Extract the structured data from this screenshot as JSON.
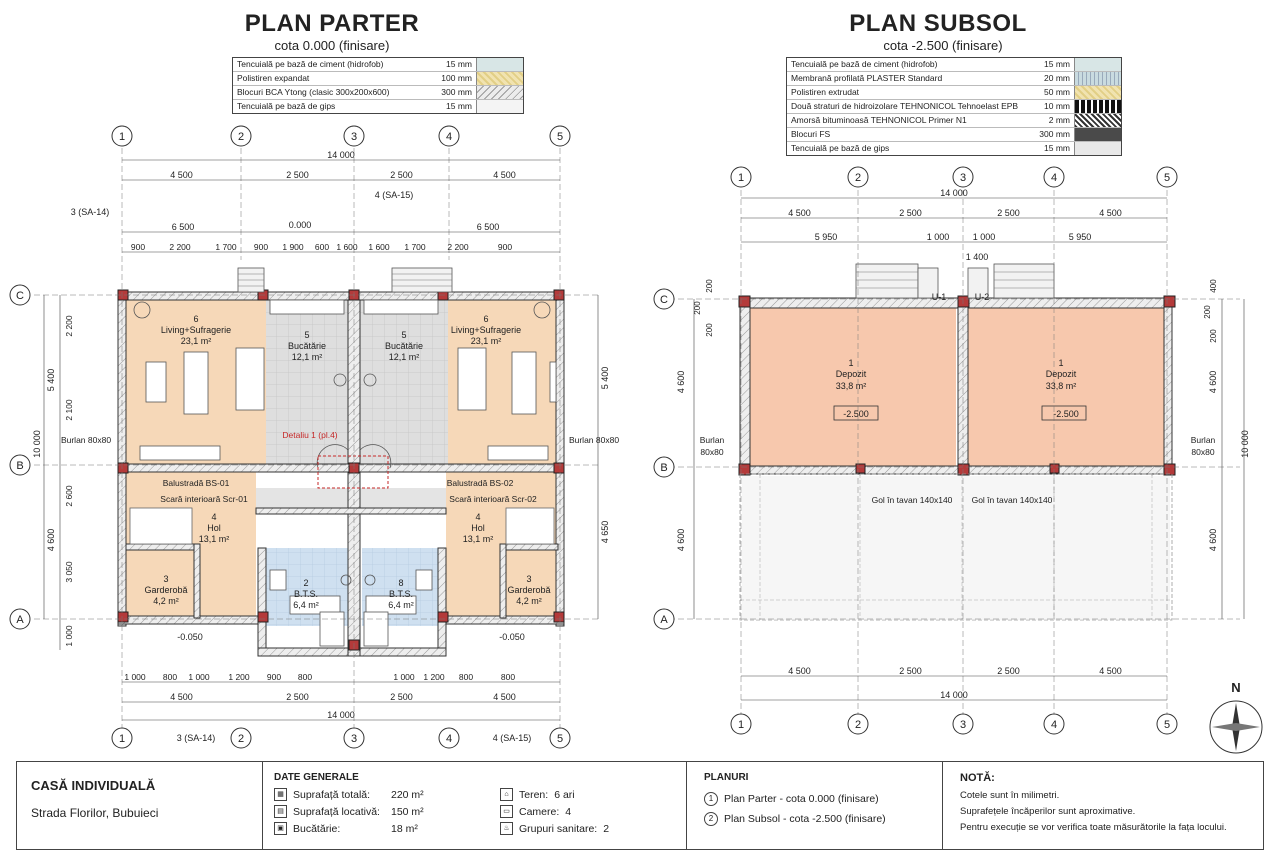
{
  "left": {
    "title": "PLAN PARTER",
    "subtitle": "cota 0.000 (finisare)",
    "legend": [
      {
        "label": "Tencuială pe bază de ciment (hidrofob)",
        "thickness": "15 mm",
        "color": "#d8e6e6"
      },
      {
        "label": "Polistiren expandat",
        "thickness": "100 mm",
        "color": "#f1e3b0"
      },
      {
        "label": "Blocuri BCA Ytong (clasic 300x200x600)",
        "thickness": "300 mm",
        "color": "#e6e6e6"
      },
      {
        "label": "Tencuială pe bază de gips",
        "thickness": "15 mm",
        "color": "#f4f4f4"
      }
    ],
    "axes_x": [
      "1",
      "2",
      "3",
      "4",
      "5"
    ],
    "axes_y": [
      "C",
      "B",
      "A"
    ],
    "dims_total": "14 000",
    "dims_main": [
      "4 500",
      "2 500",
      "2 500",
      "4 500"
    ],
    "dims_half": [
      "6 500",
      "6 500"
    ],
    "dims_detail": [
      "900",
      "2 200",
      "1 700",
      "900",
      "1 900",
      "600",
      "1 600",
      "1 600",
      "1 700",
      "2 200",
      "900"
    ],
    "dims_bottom_detail": [
      "1 000",
      "800",
      "1 000",
      "1 200",
      "900",
      "800",
      "1 000",
      "1 200",
      "800",
      "800"
    ],
    "dims_bottom_main": [
      "4 500",
      "2 500",
      "2 500",
      "4 500"
    ],
    "dims_left": [
      "2 200",
      "2 100",
      "2 600",
      "3 050",
      "1 000"
    ],
    "dims_left_big": [
      "5 400",
      "4 600"
    ],
    "dims_left_total": "10 000",
    "dims_right": [
      "5 400",
      "4 650"
    ],
    "level_top": "0.000",
    "level_entry": "-0.050",
    "section_marks": [
      "3 (SA-14)",
      "4 (SA-15)",
      "3 (SA-14)",
      "4 (SA-15)"
    ],
    "rooms": [
      {
        "no": "6",
        "name": "Living+Sufragerie",
        "area": "23,1 m²"
      },
      {
        "no": "5",
        "name": "Bucătărie",
        "area": "12,1 m²"
      },
      {
        "no": "5",
        "name": "Bucătărie",
        "area": "12,1 m²"
      },
      {
        "no": "6",
        "name": "Living+Sufragerie",
        "area": "23,1 m²"
      },
      {
        "no": "4",
        "name": "Hol",
        "area": "13,1 m²"
      },
      {
        "no": "4",
        "name": "Hol",
        "area": "13,1 m²"
      },
      {
        "no": "2",
        "name": "B.T.S.",
        "area": "6,4 m²"
      },
      {
        "no": "8",
        "name": "B.T.S.",
        "area": "6,4 m²"
      },
      {
        "no": "3",
        "name": "Garderobă",
        "area": "4,2 m²"
      },
      {
        "no": "3",
        "name": "Garderobă",
        "area": "4,2 m²"
      }
    ],
    "notes": {
      "burlan": "Burlan 80x80",
      "detail": "Detaliu 1 (pl.4)",
      "bal1": "Balustradă BS-01",
      "bal2": "Balustradă BS-02",
      "scr1": "Scară interioară Scr-01",
      "scr2": "Scară interioară Scr-02"
    }
  },
  "right": {
    "title": "PLAN SUBSOL",
    "subtitle": "cota -2.500 (finisare)",
    "legend": [
      {
        "label": "Tencuială pe bază de ciment (hidrofob)",
        "thickness": "15 mm",
        "color": "#d8e6e6"
      },
      {
        "label": "Membrană profilată PLASTER Standard",
        "thickness": "20 mm",
        "color": "#c9dbe0"
      },
      {
        "label": "Polistiren extrudat",
        "thickness": "50 mm",
        "color": "#f1e3b0"
      },
      {
        "label": "Două straturi de hidroizolare TEHNONICOL Tehnoelast EPB",
        "thickness": "10 mm",
        "color": "#111111"
      },
      {
        "label": "Amorsă bituminoasă TEHNONICOL Primer N1",
        "thickness": "2 mm",
        "color": "#555555"
      },
      {
        "label": "Blocuri FS",
        "thickness": "300 mm",
        "color": "#bcbcbc"
      },
      {
        "label": "Tencuială pe bază de gips",
        "thickness": "15 mm",
        "color": "#f4f4f4"
      }
    ],
    "axes_x": [
      "1",
      "2",
      "3",
      "4",
      "5"
    ],
    "axes_y": [
      "C",
      "B",
      "A"
    ],
    "dims_total": "14 000",
    "dims_main": [
      "4 500",
      "2 500",
      "2 500",
      "4 500"
    ],
    "dims_detail": [
      "5 950",
      "1 000",
      "1 000",
      "5 950"
    ],
    "dims_stair": "1 400",
    "dims_left": [
      "4 600",
      "4 600"
    ],
    "dims_small": [
      "200",
      "200",
      "200",
      "400",
      "200",
      "200"
    ],
    "dims_right": [
      "4 600",
      "4 600"
    ],
    "dims_total_v": "10 000",
    "rooms": [
      {
        "no": "1",
        "name": "Depozit",
        "area": "33,8 m²",
        "level": "-2.500"
      },
      {
        "no": "1",
        "name": "Depozit",
        "area": "33,8 m²",
        "level": "-2.500"
      }
    ],
    "doors": [
      "U-1",
      "U-2"
    ],
    "notes": {
      "burlan_left": "Burlan 80x80",
      "burlan_right": "Burlan 80x80",
      "gol1": "Gol în tavan 140x140",
      "gol2": "Gol în tavan 140x140"
    },
    "north": "N"
  },
  "footer": {
    "project_title": "CASĂ INDIVIDUALĂ",
    "address": "Strada Florilor, Bubuieci",
    "general_title": "DATE GENERALE",
    "general": [
      {
        "label": "Suprafață totală:",
        "value": "220 m²"
      },
      {
        "label": "Suprafață locativă:",
        "value": "150 m²"
      },
      {
        "label": "Bucătărie:",
        "value": "18 m²"
      }
    ],
    "general2": [
      {
        "label": "Teren:",
        "value": "6 ari"
      },
      {
        "label": "Camere:",
        "value": "4"
      },
      {
        "label": "Grupuri sanitare:",
        "value": "2"
      }
    ],
    "plans_title": "PLANURI",
    "plans": [
      {
        "no": "1",
        "label": "Plan Parter - cota 0.000 (finisare)"
      },
      {
        "no": "2",
        "label": "Plan Subsol - cota -2.500 (finisare)"
      }
    ],
    "notes_title": "NOTĂ:",
    "notes": [
      "Cotele sunt în milimetri.",
      "Suprafețele încăperilor sunt aproximative.",
      "Pentru execuție se vor verifica toate măsurătorile la fața locului."
    ]
  }
}
